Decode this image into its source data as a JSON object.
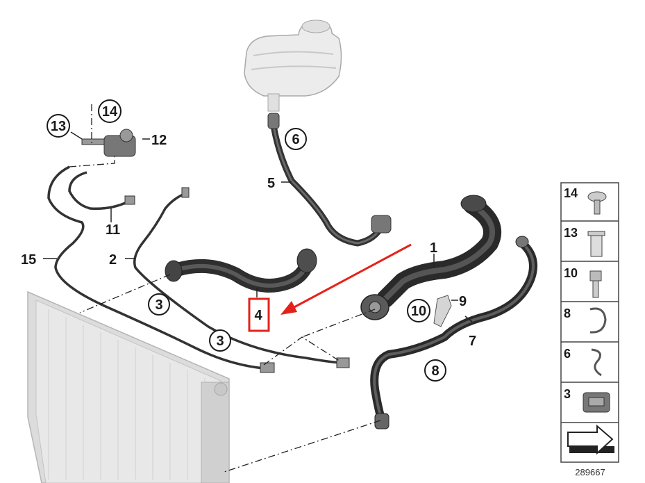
{
  "callouts": {
    "n1": "1",
    "n2": "2",
    "n3a": "3",
    "n3b": "3",
    "n4": "4",
    "n5": "5",
    "n6": "6",
    "n7": "7",
    "n8": "8",
    "n9": "9",
    "n10": "10",
    "n11": "11",
    "n12": "12",
    "n13": "13",
    "n14": "14",
    "n15": "15"
  },
  "legend": {
    "items": [
      "14",
      "13",
      "10",
      "8",
      "6",
      "3"
    ]
  },
  "diagram_id": "289667",
  "colors": {
    "highlight": "#e3231b",
    "hose": "#3a3a3a",
    "tank": "#e6e6e6",
    "radiator": "#d9d9d9"
  }
}
